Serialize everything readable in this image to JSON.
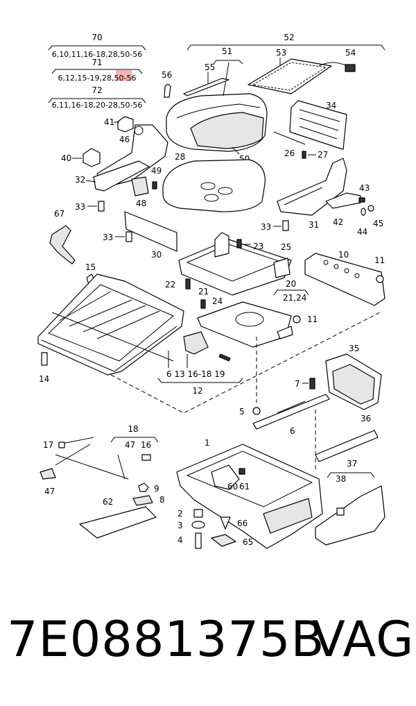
{
  "groups": {
    "g70": {
      "num": "70",
      "list": "6,10,11,16-18,28,50-56"
    },
    "g71": {
      "num": "71",
      "list": "6,12,15-19,28,50-56",
      "highlight": "#f5b3b3"
    },
    "g72": {
      "num": "72",
      "list": "6,11,16-18,20-28,50-56"
    },
    "g52": {
      "num": "52"
    },
    "g12": {
      "num": "12",
      "list": "6  13  16-18  19"
    },
    "g20": {
      "num": "20",
      "list": "21,24"
    },
    "g18": {
      "num": "18"
    },
    "g37": {
      "num": "37"
    }
  },
  "labels": {
    "n1": "1",
    "n2": "2",
    "n3": "3",
    "n4": "4",
    "n5": "5",
    "n6": "6",
    "n7": "7",
    "n8": "8",
    "n9": "9",
    "n10": "10",
    "n11a": "11",
    "n11b": "11",
    "n14": "14",
    "n15": "15",
    "n16": "16",
    "n17": "17",
    "n21": "21",
    "n22": "22",
    "n23": "23",
    "n24": "24",
    "n25": "25",
    "n26": "26",
    "n27": "27",
    "n28": "28",
    "n30": "30",
    "n31": "31",
    "n32": "32",
    "n33a": "33",
    "n33b": "33",
    "n33c": "33",
    "n34": "34",
    "n35": "35",
    "n36": "36",
    "n38": "38",
    "n40": "40",
    "n41": "41",
    "n42": "42",
    "n43": "43",
    "n44": "44",
    "n45": "45",
    "n46": "46",
    "n47a": "47",
    "n47b": "47",
    "n48": "48",
    "n49": "49",
    "n50": "50",
    "n51": "51",
    "n53": "53",
    "n54": "54",
    "n55": "55",
    "n56": "56",
    "n60": "60",
    "n61": "61",
    "n62": "62",
    "n65": "65",
    "n66": "66",
    "n67": "67"
  },
  "footer": {
    "part_number": "7E0881375B",
    "brand": "VAG"
  }
}
